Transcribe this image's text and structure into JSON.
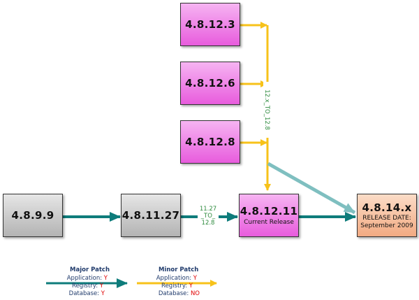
{
  "nodes": {
    "n_4_8_12_3": {
      "label": "4.8.12.3"
    },
    "n_4_8_12_6": {
      "label": "4.8.12.6"
    },
    "n_4_8_12_8": {
      "label": "4.8.12.8"
    },
    "n_4_8_9_9": {
      "label": "4.8.9.9"
    },
    "n_4_8_11_27": {
      "label": "4.8.11.27"
    },
    "n_4_8_12_11": {
      "label": "4.8.12.11",
      "sublabel": "Current Release"
    },
    "n_4_8_14_x": {
      "label": "4.8.14.x",
      "sublabel": "RELEASE DATE:",
      "sublabel2": "September 2009"
    }
  },
  "edges": {
    "major_color": "#0e7c7b",
    "minor_color": "#f7c21a",
    "future_color": "#7fbfc0",
    "label_11_27": [
      "11.27",
      "_TO_",
      "12.8"
    ],
    "label_12x": "12.x_TO_12.8"
  },
  "legend": {
    "major": {
      "title": "Major Patch",
      "rows": [
        {
          "key": "Application:",
          "value": "Y"
        },
        {
          "key": "Registry:",
          "value": "Y"
        },
        {
          "key": "Database:",
          "value": "Y"
        }
      ]
    },
    "minor": {
      "title": "Minor Patch",
      "rows": [
        {
          "key": "Application:",
          "value": "Y"
        },
        {
          "key": "Registry:",
          "value": "Y"
        },
        {
          "key": "Database:",
          "value": "NO"
        }
      ]
    }
  }
}
